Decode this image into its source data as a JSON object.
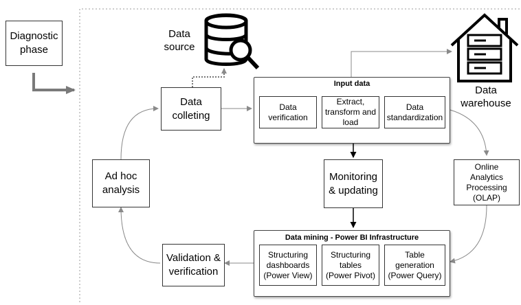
{
  "phase": {
    "label": "Diagnostic\nphase"
  },
  "data_source": {
    "label": "Data\nsource",
    "icon": "database-search-icon"
  },
  "warehouse": {
    "label": "Data\nwarehouse",
    "icon": "house-server-icon"
  },
  "collecting": {
    "label": "Data\ncolleting"
  },
  "input_data": {
    "title": "Input data",
    "items": [
      "Data\nverification",
      "Extract,\ntransform and\nload",
      "Data\nstandardization"
    ]
  },
  "monitoring": {
    "label": "Monitoring\n& updating"
  },
  "olap": {
    "label": "Online\nAnalytics\nProcessing\n(OLAP)"
  },
  "adhoc": {
    "label": "Ad hoc\nanalysis"
  },
  "data_mining": {
    "title": "Data mining - Power BI Infrastructure",
    "items": [
      "Structuring\ndashboards\n(Power View)",
      "Structuring\ntables\n(Power Pivot)",
      "Table\ngeneration\n(Power Query)"
    ]
  },
  "validation": {
    "label": "Validation &\nverification"
  }
}
